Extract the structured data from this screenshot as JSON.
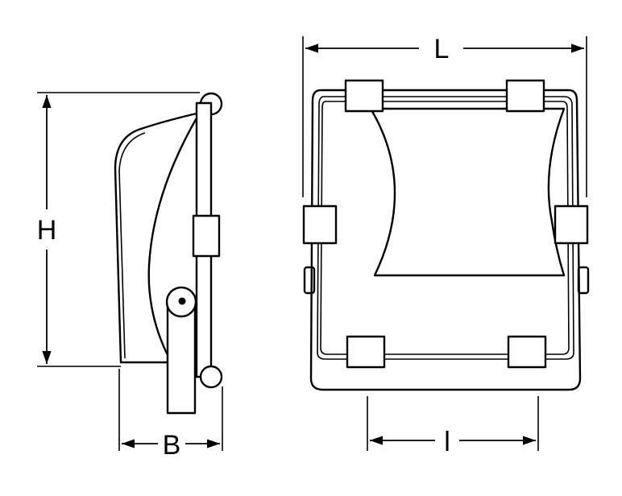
{
  "diagram": {
    "dimension_labels": {
      "height": "H",
      "depth": "B",
      "length": "L",
      "bracket_spacing": "l"
    },
    "colors": {
      "line": "#000000",
      "background": "#ffffff"
    }
  }
}
